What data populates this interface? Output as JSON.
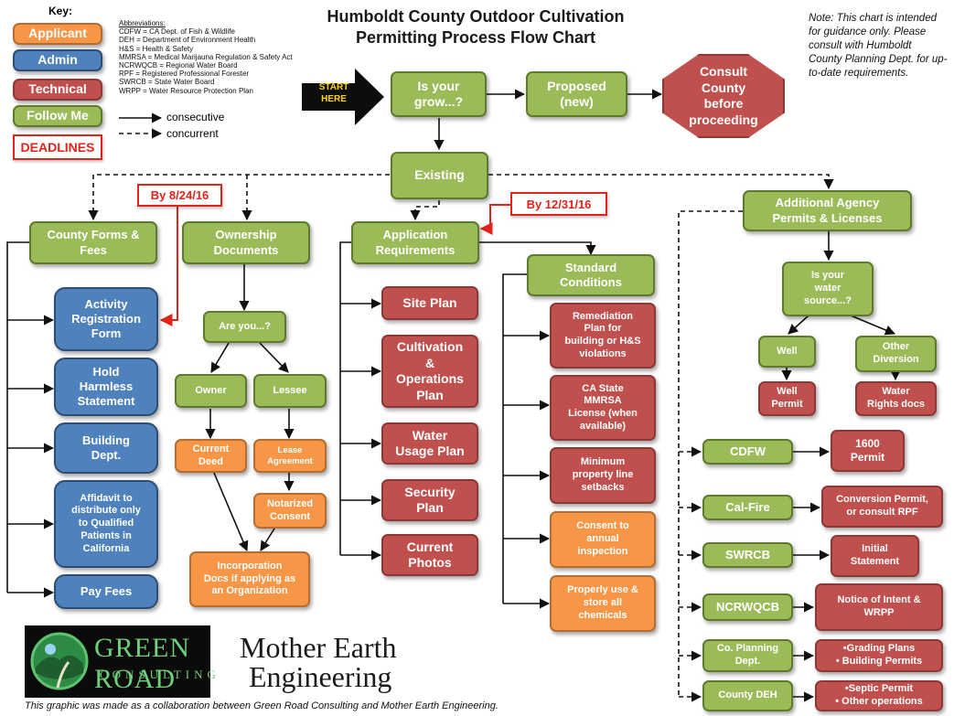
{
  "title": {
    "line1": "Humboldt County Outdoor Cultivation",
    "line2": "Permitting Process Flow Chart"
  },
  "note": "Note: This chart is intended for guidance only.  Please consult with Humboldt County Planning Dept. for up-to-date requirements.",
  "key": {
    "label": "Key:",
    "applicant": "Applicant",
    "admin": "Admin",
    "technical": "Technical",
    "follow_me": "Follow Me",
    "deadlines": "DEADLINES",
    "consecutive": "consecutive",
    "concurrent": "concurrent"
  },
  "abbreviations": {
    "heading": "Abbreviations:",
    "items": [
      "CDFW = CA Dept. of Fish & Wildlife",
      "DEH = Department of Environment Health",
      "H&S = Health & Safety",
      "MMRSA = Medical Marijauna Regulation & Safety Act",
      "NCRWQCB = Regional Water Board",
      "RPF = Registered Professional Forester",
      "SWRCB = State Water Board",
      "WRPP = Water Resource Protection Plan"
    ]
  },
  "start": "START\nHERE",
  "nodes": {
    "is_your_grow": "Is your\ngrow...?",
    "proposed": "Proposed\n(new)",
    "consult": "Consult\nCounty\nbefore\nproceeding",
    "existing": "Existing",
    "county_forms": "County Forms &\nFees",
    "ownership": "Ownership\nDocuments",
    "application": "Application\nRequirements",
    "standard": "Standard\nConditions",
    "additional": "Additional Agency\nPermits  & Licenses",
    "activity": "Activity\nRegistration\nForm",
    "hold_harmless": "Hold\nHarmless\nStatement",
    "building_dept": "Building\nDept.",
    "affidavit": "Affidavit to\ndistribute only\nto Qualified\nPatients in\nCalifornia",
    "pay_fees": "Pay Fees",
    "are_you": "Are you...?",
    "owner": "Owner",
    "lessee": "Lessee",
    "current_deed": "Current\nDeed",
    "lease_agreement": "Lease\nAgreement",
    "notarized": "Notarized\nConsent",
    "incorporation": "Incorporation\nDocs if applying as\nan Organization",
    "site_plan": "Site Plan",
    "cultivation_plan": "Cultivation\n&\nOperations\nPlan",
    "water_usage": "Water\nUsage Plan",
    "security_plan": "Security\nPlan",
    "current_photos": "Current\nPhotos",
    "remediation": "Remediation\nPlan for\nbuilding or H&S\nviolations",
    "mmrsa": "CA State\nMMRSA\nLicense (when\navailable)",
    "setbacks": "Minimum\nproperty line\nsetbacks",
    "consent": "Consent to\nannual\ninspection",
    "chemicals": "Properly use &\nstore all\nchemicals",
    "water_source": "Is your\nwater\nsource...?",
    "well": "Well",
    "other_diversion": "Other\nDiversion",
    "well_permit": "Well\nPermit",
    "water_rights": "Water\nRights docs",
    "cdfw": "CDFW",
    "permit_1600": "1600\nPermit",
    "calfire": "Cal-Fire",
    "conversion": "Conversion Permit,\nor consult RPF",
    "swrcb": "SWRCB",
    "initial": "Initial\nStatement",
    "ncrwqcb": "NCRWQCB",
    "notice": "Notice of Intent &\nWRPP",
    "co_planning": "Co. Planning\nDept.",
    "grading": "•Grading Plans\n• Building Permits",
    "county_deh": "County DEH",
    "septic": "•Septic Permit\n• Other operations"
  },
  "deadline_labels": {
    "d1": "By 8/24/16",
    "d2": "By 12/31/16"
  },
  "logos": {
    "green_road_main": "GREEN ROAD",
    "green_road_sub": "CONSULTING",
    "mother_earth_line1": "Mother Earth",
    "mother_earth_line2": "Engineering"
  },
  "footer": "This graphic was made as a collaboration between Green Road Consulting and Mother Earth Engineering.",
  "colors": {
    "green": "#9bbb59",
    "blue": "#4f81bd",
    "red": "#c0504d",
    "orange": "#f79646",
    "deadline": "#e2231a"
  }
}
